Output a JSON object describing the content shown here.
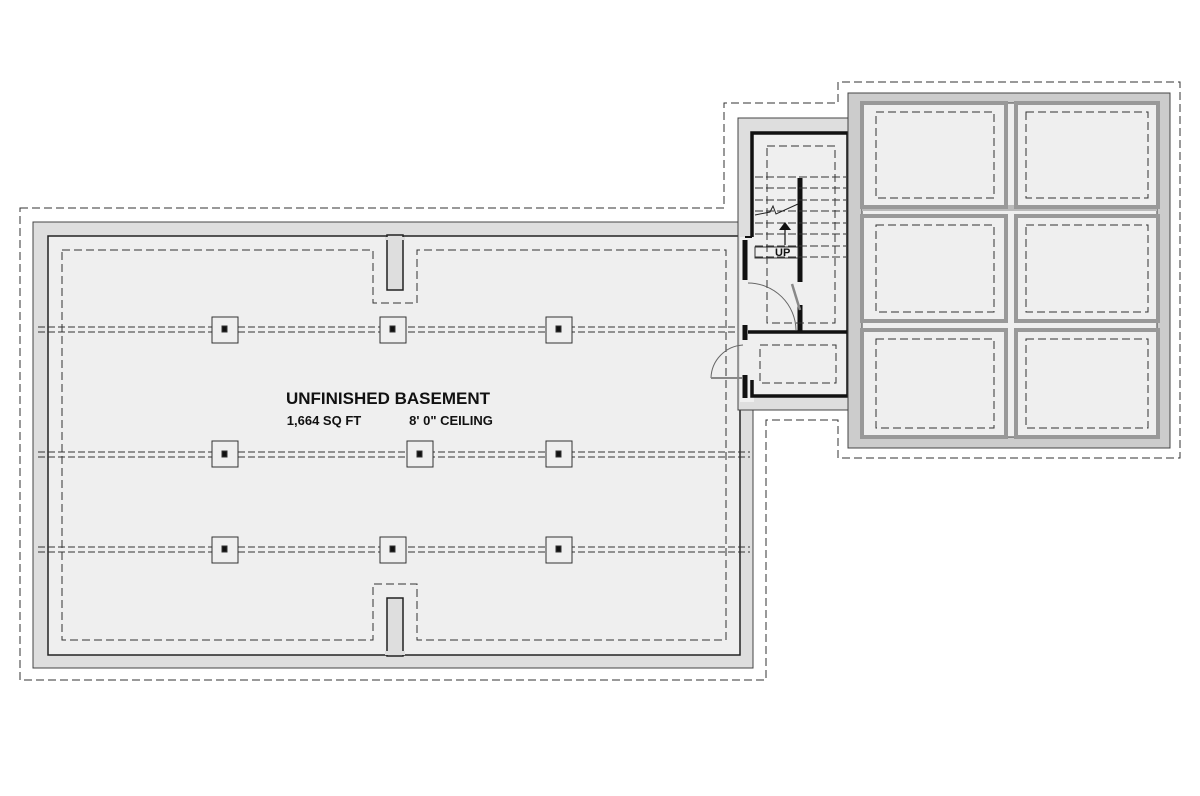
{
  "room": {
    "name": "UNFINISHED BASEMENT",
    "area": "1,664 SQ FT",
    "ceiling": "8' 0\" CEILING"
  },
  "stair": {
    "direction_label": "UP"
  },
  "colors": {
    "concrete": "#dedede",
    "floor": "#efefef",
    "wall": "#111111",
    "garage_wall": "#cccccc"
  }
}
